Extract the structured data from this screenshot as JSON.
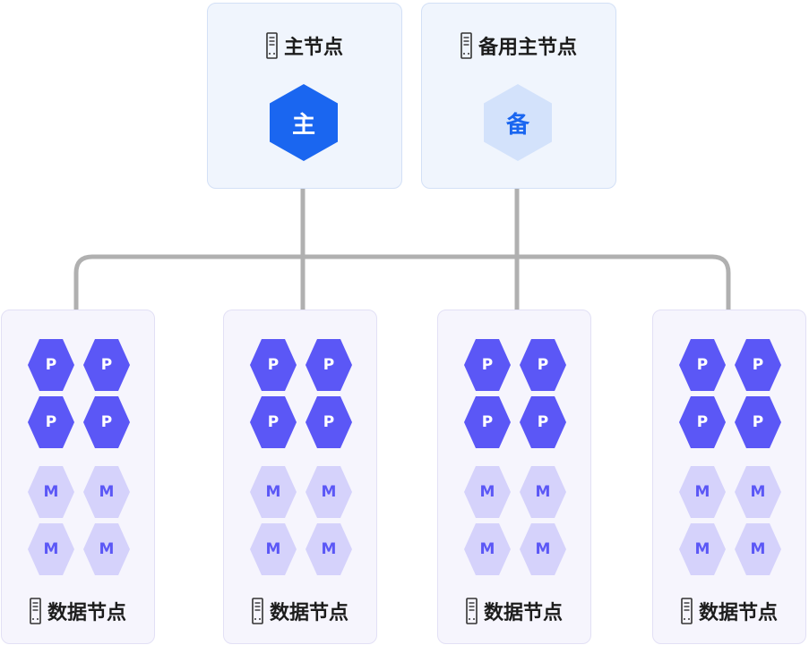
{
  "primary_node": {
    "title": "主节点",
    "badge": "主",
    "icon": "server-icon"
  },
  "standby_node": {
    "title": "备用主节点",
    "badge": "备",
    "icon": "server-icon"
  },
  "data_nodes": [
    {
      "title": "数据节点",
      "primary_label": "P",
      "mirror_label": "M",
      "icon": "server-icon"
    },
    {
      "title": "数据节点",
      "primary_label": "P",
      "mirror_label": "M",
      "icon": "server-icon"
    },
    {
      "title": "数据节点",
      "primary_label": "P",
      "mirror_label": "M",
      "icon": "server-icon"
    },
    {
      "title": "数据节点",
      "primary_label": "P",
      "mirror_label": "M",
      "icon": "server-icon"
    }
  ],
  "colors": {
    "primary_badge": "#1a66f0",
    "standby_badge": "#d3e2fb",
    "primary_segment": "#5b57f6",
    "mirror_segment": "#d5d2fb",
    "connector": "#b0b0b0"
  }
}
